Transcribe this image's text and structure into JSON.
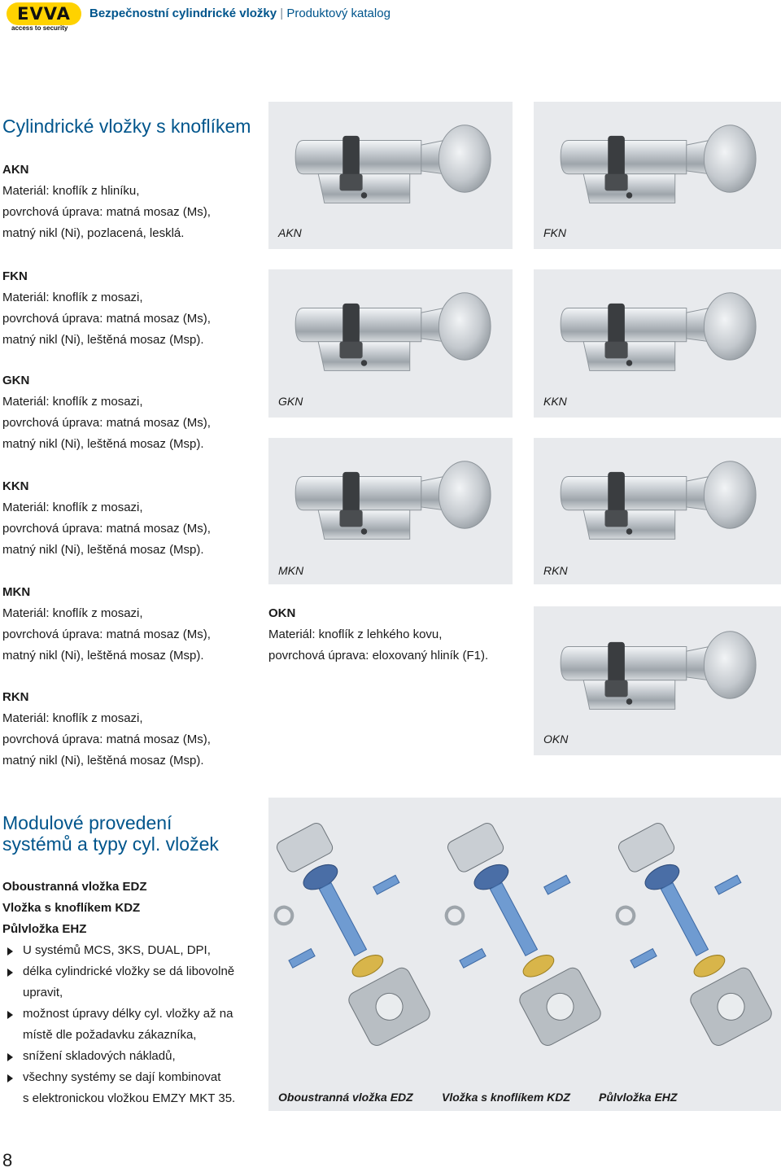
{
  "header": {
    "logo": "EVVA",
    "logo_sub": "access to security",
    "title": "Bezpečnostní cylindrické vložky",
    "separator": "|",
    "subtitle": "Produktový katalog"
  },
  "section1": {
    "title": "Cylindrické vložky s knoflíkem",
    "products": [
      {
        "name": "AKN",
        "lines": [
          "Materiál: knoflík z hliníku,",
          "povrchová úprava: matná mosaz (Ms),",
          "matný nikl (Ni), pozlacená, lesklá."
        ]
      },
      {
        "name": "FKN",
        "lines": [
          "Materiál: knoflík z mosazi,",
          "povrchová úprava: matná mosaz (Ms),",
          "matný nikl (Ni), leštěná mosaz (Msp)."
        ]
      },
      {
        "name": "GKN",
        "lines": [
          "Materiál: knoflík z mosazi,",
          "povrchová úprava: matná mosaz (Ms),",
          "matný nikl (Ni), leštěná mosaz (Msp)."
        ]
      },
      {
        "name": "KKN",
        "lines": [
          "Materiál: knoflík z mosazi,",
          "povrchová úprava: matná mosaz (Ms),",
          "matný nikl (Ni), leštěná mosaz (Msp)."
        ]
      },
      {
        "name": "MKN",
        "lines": [
          "Materiál: knoflík z mosazi,",
          "povrchová úprava: matná mosaz (Ms),",
          "matný nikl (Ni), leštěná mosaz (Msp)."
        ]
      },
      {
        "name": "RKN",
        "lines": [
          "Materiál: knoflík z mosazi,",
          "povrchová úprava: matná mosaz (Ms),",
          "matný nikl (Ni), leštěná mosaz (Msp)."
        ]
      }
    ],
    "okn": {
      "name": "OKN",
      "lines": [
        "Materiál: knoflík z lehkého kovu,",
        "povrchová úprava: eloxovaný hliník (F1)."
      ]
    },
    "image_labels": [
      "AKN",
      "FKN",
      "GKN",
      "KKN",
      "MKN",
      "RKN",
      "OKN"
    ]
  },
  "section2": {
    "title_lines": [
      "Modulové provedení",
      "systémů a typy cyl. vložek"
    ],
    "bold_lines": [
      "Oboustranná vložka EDZ",
      "Vložka s knoflíkem KDZ",
      "Půlvložka EHZ"
    ],
    "bullets": [
      [
        "U systémů MCS, 3KS, DUAL, DPI,"
      ],
      [
        "délka cylindrické vložky se dá libovolně",
        "upravit,"
      ],
      [
        "možnost úpravy délky cyl. vložky až na",
        "místě dle požadavku zákazníka,"
      ],
      [
        "snížení skladových nákladů,"
      ],
      [
        "všechny systémy se dají kombinovat",
        "s elektronickou vložkou EMZY MKT 35."
      ]
    ],
    "captions": [
      "Oboustranná vložka EDZ",
      "Vložka s knoflíkem KDZ",
      "Půlvložka EHZ"
    ]
  },
  "page_number": "8"
}
